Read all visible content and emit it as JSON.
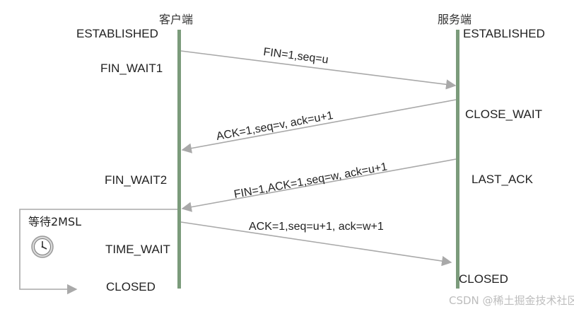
{
  "headers": {
    "client": "客户端",
    "server": "服务端"
  },
  "client_states": {
    "established": "ESTABLISHED",
    "fin_wait1": "FIN_WAIT1",
    "fin_wait2": "FIN_WAIT2",
    "time_wait": "TIME_WAIT",
    "closed": "CLOSED"
  },
  "server_states": {
    "established": "ESTABLISHED",
    "close_wait": "CLOSE_WAIT",
    "last_ack": "LAST_ACK",
    "closed": "CLOSED"
  },
  "messages": {
    "m1": "FIN=1,seq=u",
    "m2": "ACK=1,seq=v, ack=u+1",
    "m3": "FIN=1,ACK=1,seq=w, ack=u+1",
    "m4": "ACK=1,seq=u+1, ack=w+1"
  },
  "wait_label": "等待2MSL",
  "watermark": "CSDN @稀土掘金技术社区",
  "colors": {
    "lifeline": "#7b9b7b",
    "arrow": "#a9a9a9"
  }
}
